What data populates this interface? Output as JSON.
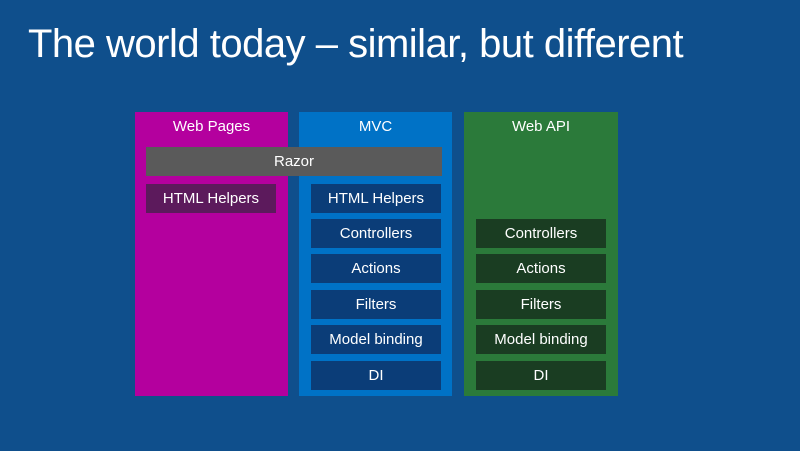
{
  "title": "The world today – similar, but different",
  "columns": {
    "web_pages": {
      "header": "Web Pages",
      "items": [
        "HTML Helpers"
      ]
    },
    "mvc": {
      "header": "MVC",
      "items": [
        "HTML Helpers",
        "Controllers",
        "Actions",
        "Filters",
        "Model binding",
        "DI"
      ]
    },
    "web_api": {
      "header": "Web API",
      "items": [
        "Controllers",
        "Actions",
        "Filters",
        "Model binding",
        "DI"
      ]
    }
  },
  "shared": {
    "razor": "Razor"
  },
  "colors": {
    "background": "#0f4f8c",
    "web_pages": "#b4009e",
    "mvc": "#0072c6",
    "web_api": "#2b7a3a",
    "razor": "#5a5a5a"
  }
}
